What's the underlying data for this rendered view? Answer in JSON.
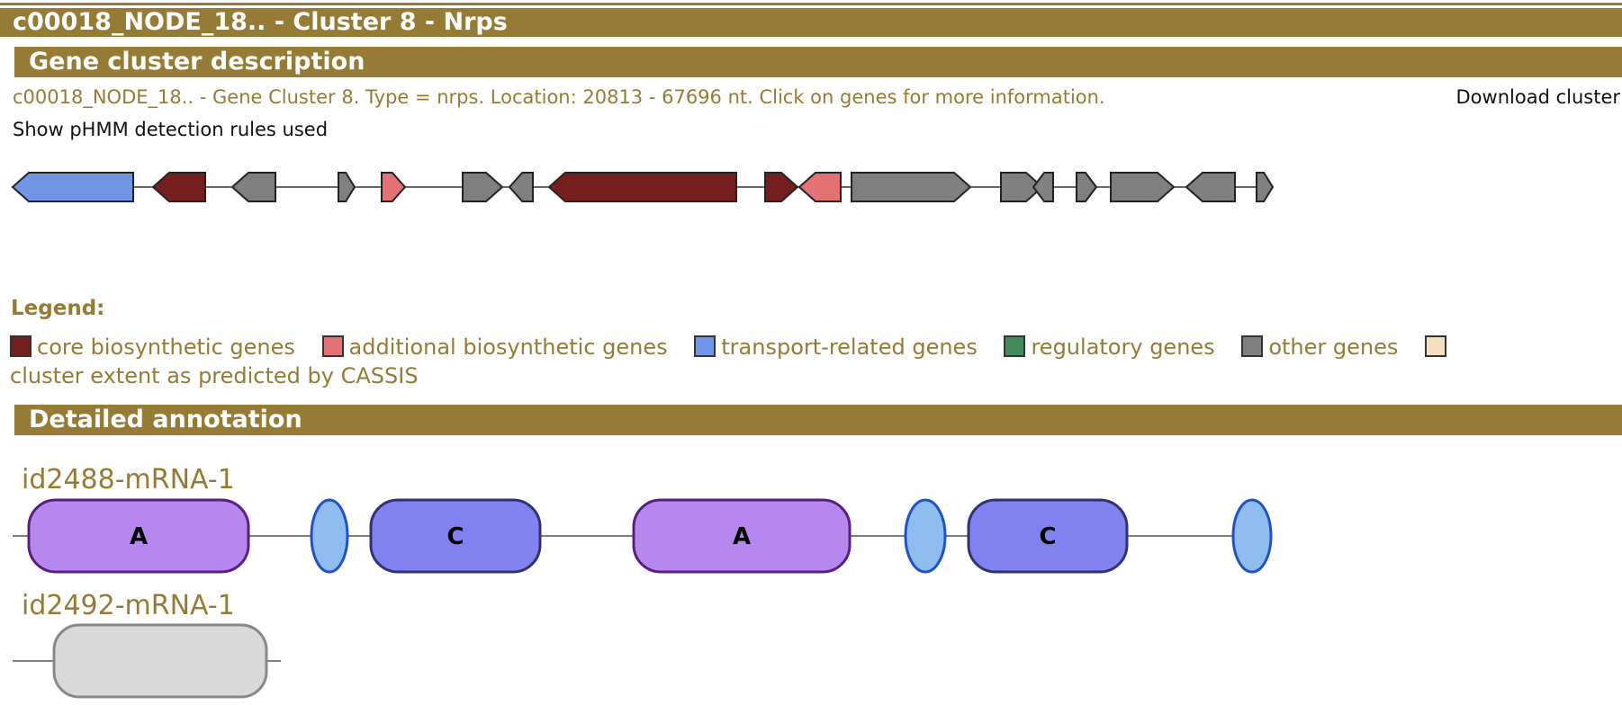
{
  "header": {
    "title": "c00018_NODE_18.. - Cluster 8 - Nrps"
  },
  "description_section": {
    "heading": "Gene cluster description",
    "text": "c00018_NODE_18.. - Gene Cluster 8. Type = nrps. Location: 20813 - 67696 nt. Click on genes for more information.",
    "download_label": "Download cluster",
    "rules_link": "Show pHMM detection rules used"
  },
  "colors": {
    "core": "#741e1e",
    "additional": "#e27273",
    "transport": "#7296e6",
    "regulatory": "#438a5a",
    "other": "#808080",
    "cassis": "#f6dfbe",
    "domain_A": "#b687ef",
    "domain_C": "#8082ef",
    "domain_T": "#8fbdf0",
    "domain_unknown": "#d9d9d9"
  },
  "cluster_genes": [
    {
      "type": "transport",
      "strand": "-"
    },
    {
      "type": "core",
      "strand": "-"
    },
    {
      "type": "other",
      "strand": "-"
    },
    {
      "type": "other",
      "strand": "+"
    },
    {
      "type": "additional",
      "strand": "+"
    },
    {
      "type": "other",
      "strand": "+"
    },
    {
      "type": "other",
      "strand": "-"
    },
    {
      "type": "core",
      "strand": "-"
    },
    {
      "type": "core",
      "strand": "+"
    },
    {
      "type": "additional",
      "strand": "-"
    },
    {
      "type": "other",
      "strand": "+"
    },
    {
      "type": "other",
      "strand": "+"
    },
    {
      "type": "other",
      "strand": "-"
    },
    {
      "type": "other",
      "strand": "+"
    },
    {
      "type": "other",
      "strand": "+"
    },
    {
      "type": "other",
      "strand": "-"
    },
    {
      "type": "other",
      "strand": "+"
    }
  ],
  "legend": {
    "title": "Legend:",
    "items": [
      {
        "label": "core biosynthetic genes",
        "color_key": "core"
      },
      {
        "label": "additional biosynthetic genes",
        "color_key": "additional"
      },
      {
        "label": "transport-related genes",
        "color_key": "transport"
      },
      {
        "label": "regulatory genes",
        "color_key": "regulatory"
      },
      {
        "label": "other genes",
        "color_key": "other"
      },
      {
        "label": "cluster extent as predicted by CASSIS",
        "color_key": "cassis"
      }
    ]
  },
  "detailed_section": {
    "heading": "Detailed annotation",
    "genes": [
      {
        "name": "id2488-mRNA-1",
        "domains": [
          {
            "kind": "A",
            "label": "A"
          },
          {
            "kind": "T",
            "label": ""
          },
          {
            "kind": "C",
            "label": "C"
          },
          {
            "kind": "A",
            "label": "A"
          },
          {
            "kind": "T",
            "label": ""
          },
          {
            "kind": "C",
            "label": "C"
          },
          {
            "kind": "T",
            "label": ""
          }
        ]
      },
      {
        "name": "id2492-mRNA-1",
        "domains": [
          {
            "kind": "unknown",
            "label": ""
          }
        ]
      }
    ]
  }
}
